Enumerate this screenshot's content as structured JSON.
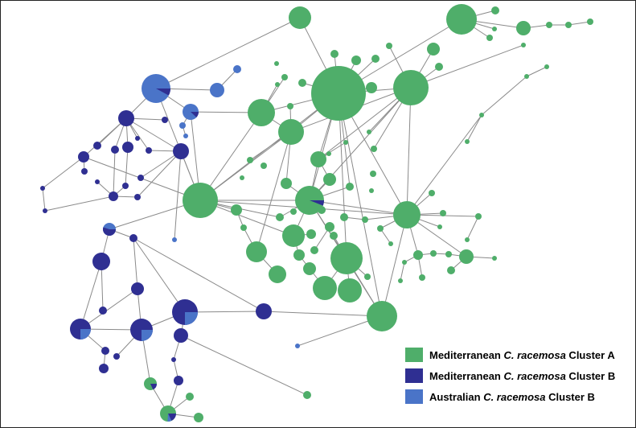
{
  "colors": {
    "cluster_a_med": "#4fae6a",
    "cluster_b_med": "#2f2f92",
    "cluster_b_aus": "#4a74c8",
    "edge": "#8a8a8a"
  },
  "legend": [
    {
      "prefix": "Mediterranean ",
      "species": "C. racemosa",
      "suffix": " Cluster A",
      "color_key": "cluster_a_med"
    },
    {
      "prefix": "Mediterranean ",
      "species": "C. racemosa",
      "suffix": " Cluster B",
      "color_key": "cluster_b_med"
    },
    {
      "prefix": "Australian ",
      "species": "C. racemosa",
      "suffix": " Cluster B",
      "color_key": "cluster_b_aus"
    }
  ]
}
